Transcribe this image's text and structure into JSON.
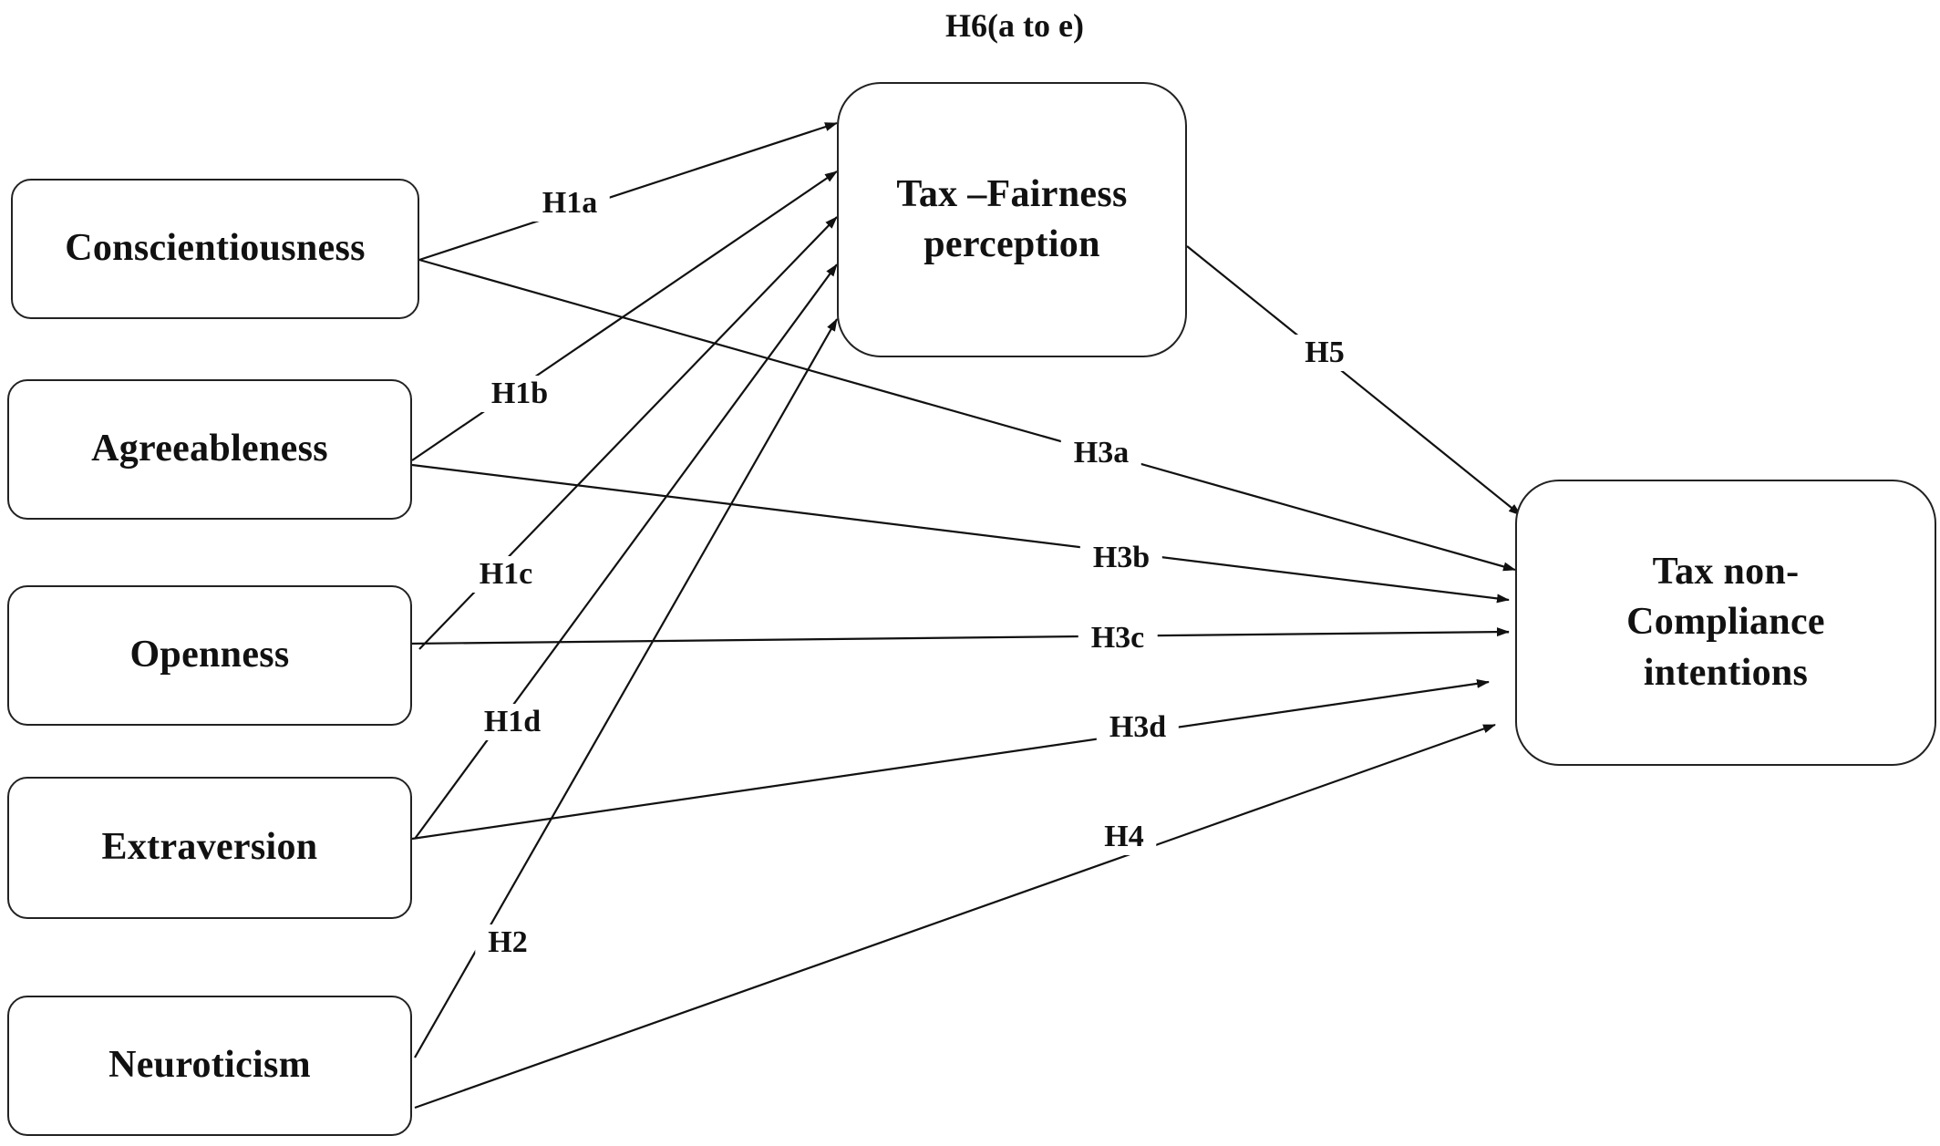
{
  "diagram": {
    "title": "H6(a to e)",
    "nodes": {
      "conscientiousness": "Conscientiousness",
      "agreeableness": "Agreeableness",
      "openness": "Openness",
      "extraversion": "Extraversion",
      "neuroticism": "Neuroticism",
      "tax_fairness": "Tax –Fairness\nperception",
      "tax_noncompliance": "Tax non-\nCompliance\nintentions"
    },
    "paths": [
      {
        "from": "conscientiousness",
        "to": "tax_fairness",
        "label": "H1a"
      },
      {
        "from": "agreeableness",
        "to": "tax_fairness",
        "label": "H1b"
      },
      {
        "from": "openness",
        "to": "tax_fairness",
        "label": "H1c"
      },
      {
        "from": "extraversion",
        "to": "tax_fairness",
        "label": "H1d"
      },
      {
        "from": "neuroticism",
        "to": "tax_fairness",
        "label": "H2"
      },
      {
        "from": "conscientiousness",
        "to": "tax_noncompliance",
        "label": "H3a"
      },
      {
        "from": "agreeableness",
        "to": "tax_noncompliance",
        "label": "H3b"
      },
      {
        "from": "openness",
        "to": "tax_noncompliance",
        "label": "H3c"
      },
      {
        "from": "extraversion",
        "to": "tax_noncompliance",
        "label": "H3d"
      },
      {
        "from": "neuroticism",
        "to": "tax_noncompliance",
        "label": "H4"
      },
      {
        "from": "tax_fairness",
        "to": "tax_noncompliance",
        "label": "H5"
      }
    ]
  }
}
